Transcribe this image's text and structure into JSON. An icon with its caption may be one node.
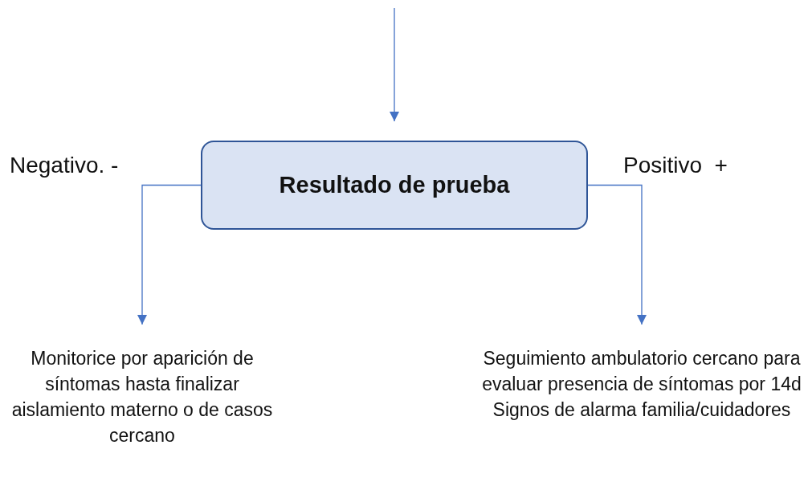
{
  "diagram": {
    "nodes": [
      {
        "text": [
          "Resultado de prueba"
        ]
      },
      {
        "text": [
          "Monitorice por aparición de síntomas hasta finalizar aislamiento materno o de casos cercano"
        ]
      },
      {
        "text": [
          "Seguimiento ambulatorio cercano para evaluar presencia de síntomas por 14d",
          "Signos de alarma familia/cuidadores"
        ]
      }
    ],
    "edges": [
      {
        "from": null,
        "to": 0,
        "arrow": "to"
      },
      {
        "from": 0,
        "to": 1,
        "arrow": "to",
        "label": "Negativo. -"
      },
      {
        "from": 0,
        "to": 2,
        "arrow": "to",
        "label": "Positivo  +"
      }
    ]
  }
}
